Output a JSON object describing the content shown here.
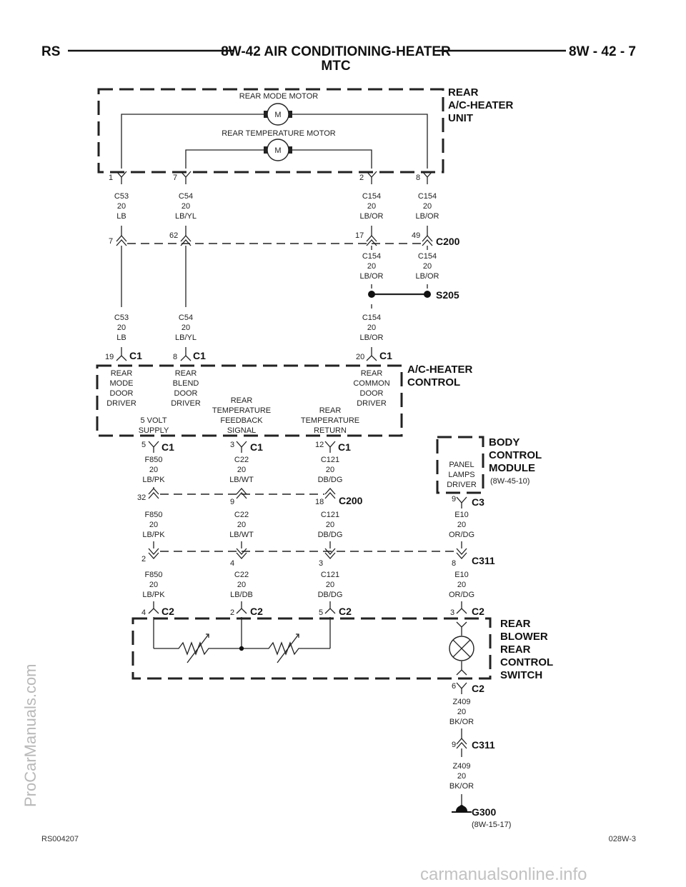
{
  "header": {
    "left": "RS",
    "title_line1": "8W-42 AIR CONDITIONING-HEATER",
    "title_line2": "MTC",
    "right": "8W - 42 - 7"
  },
  "footer": {
    "left": "RS004207",
    "right": "028W-3"
  },
  "watermarks": {
    "side": "ProCarManuals.com",
    "bottom": "carmanualsonline.info"
  },
  "components": {
    "rear_unit": [
      "REAR",
      "A/C-HEATER",
      "UNIT"
    ],
    "rear_mode_motor": "REAR MODE MOTOR",
    "rear_temp_motor": "REAR TEMPERATURE MOTOR",
    "motor_symbol": "M",
    "control": [
      "A/C-HEATER",
      "CONTROL"
    ],
    "bcm": [
      "BODY",
      "CONTROL",
      "MODULE"
    ],
    "bcm_ref": "(8W-45-10)",
    "panel_lamps": [
      "PANEL",
      "LAMPS",
      "DRIVER"
    ],
    "switch": [
      "REAR",
      "BLOWER",
      "REAR",
      "CONTROL",
      "SWITCH"
    ],
    "ground_ref": "(8W-15-17)"
  },
  "control_functions": {
    "mode": [
      "REAR",
      "MODE",
      "DOOR",
      "DRIVER"
    ],
    "blend": [
      "REAR",
      "BLEND",
      "DOOR",
      "DRIVER"
    ],
    "common": [
      "REAR",
      "COMMON",
      "DOOR",
      "DRIVER"
    ],
    "supply": [
      "5 VOLT",
      "SUPPLY"
    ],
    "feedback": [
      "REAR",
      "TEMPERATURE",
      "FEEDBACK",
      "SIGNAL"
    ],
    "return": [
      "REAR",
      "TEMPERATURE",
      "RETURN"
    ]
  },
  "connectors": {
    "c1": "C1",
    "c2": "C2",
    "c3": "C3",
    "c200": "C200",
    "c311": "C311",
    "s205": "S205",
    "g300": "G300"
  },
  "pins": {
    "unit": [
      "1",
      "7",
      "2",
      "8"
    ],
    "c200_top": [
      "7",
      "62",
      "17",
      "49"
    ],
    "c1_top": [
      "19",
      "8",
      "20"
    ],
    "c1_bottom": [
      "5",
      "3",
      "12"
    ],
    "c3": "9",
    "c200_mid": [
      "32",
      "9",
      "18"
    ],
    "c311_row": [
      "2",
      "4",
      "3",
      "8"
    ],
    "c2_row": [
      "4",
      "2",
      "5",
      "3"
    ],
    "c2_lower": "6",
    "c311_lower": "9"
  },
  "wires": {
    "c53": [
      "C53",
      "20",
      "LB"
    ],
    "c54": [
      "C54",
      "20",
      "LB/YL"
    ],
    "c154": [
      "C154",
      "20",
      "LB/OR"
    ],
    "f850": [
      "F850",
      "20",
      "LB/PK"
    ],
    "c22": [
      "C22",
      "20",
      "LB/WT"
    ],
    "c22b": [
      "C22",
      "20",
      "LB/DB"
    ],
    "c121": [
      "C121",
      "20",
      "DB/DG"
    ],
    "e10": [
      "E10",
      "20",
      "OR/DG"
    ],
    "z409": [
      "Z409",
      "20",
      "BK/OR"
    ]
  }
}
